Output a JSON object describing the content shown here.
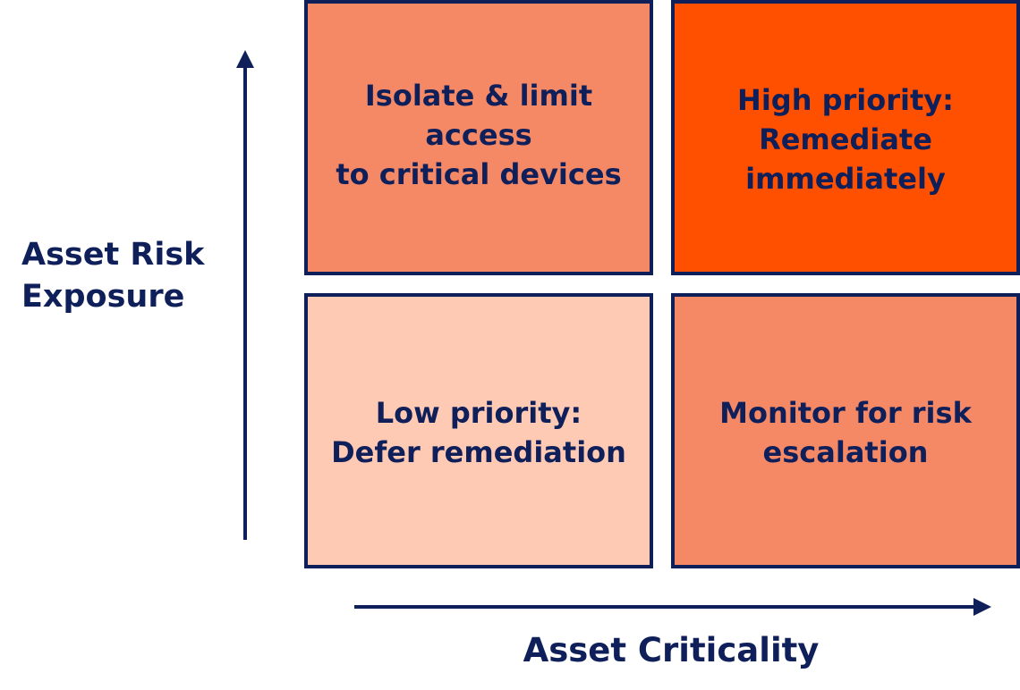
{
  "colors": {
    "navy": "#0f1f5a",
    "high": "#ff5000",
    "medium": "#f58966",
    "low": "#fecab4"
  },
  "axes": {
    "y_label": "Asset Risk\nExposure",
    "x_label": "Asset Criticality"
  },
  "quadrants": {
    "top_left": {
      "text": "Isolate & limit access\nto critical devices",
      "color": "#f58966"
    },
    "top_right": {
      "text": "High priority:\nRemediate\nimmediately",
      "color": "#ff5000"
    },
    "bottom_left": {
      "text": "Low priority:\nDefer remediation",
      "color": "#fecab4"
    },
    "bottom_right": {
      "text": "Monitor for risk\nescalation",
      "color": "#f58966"
    }
  }
}
